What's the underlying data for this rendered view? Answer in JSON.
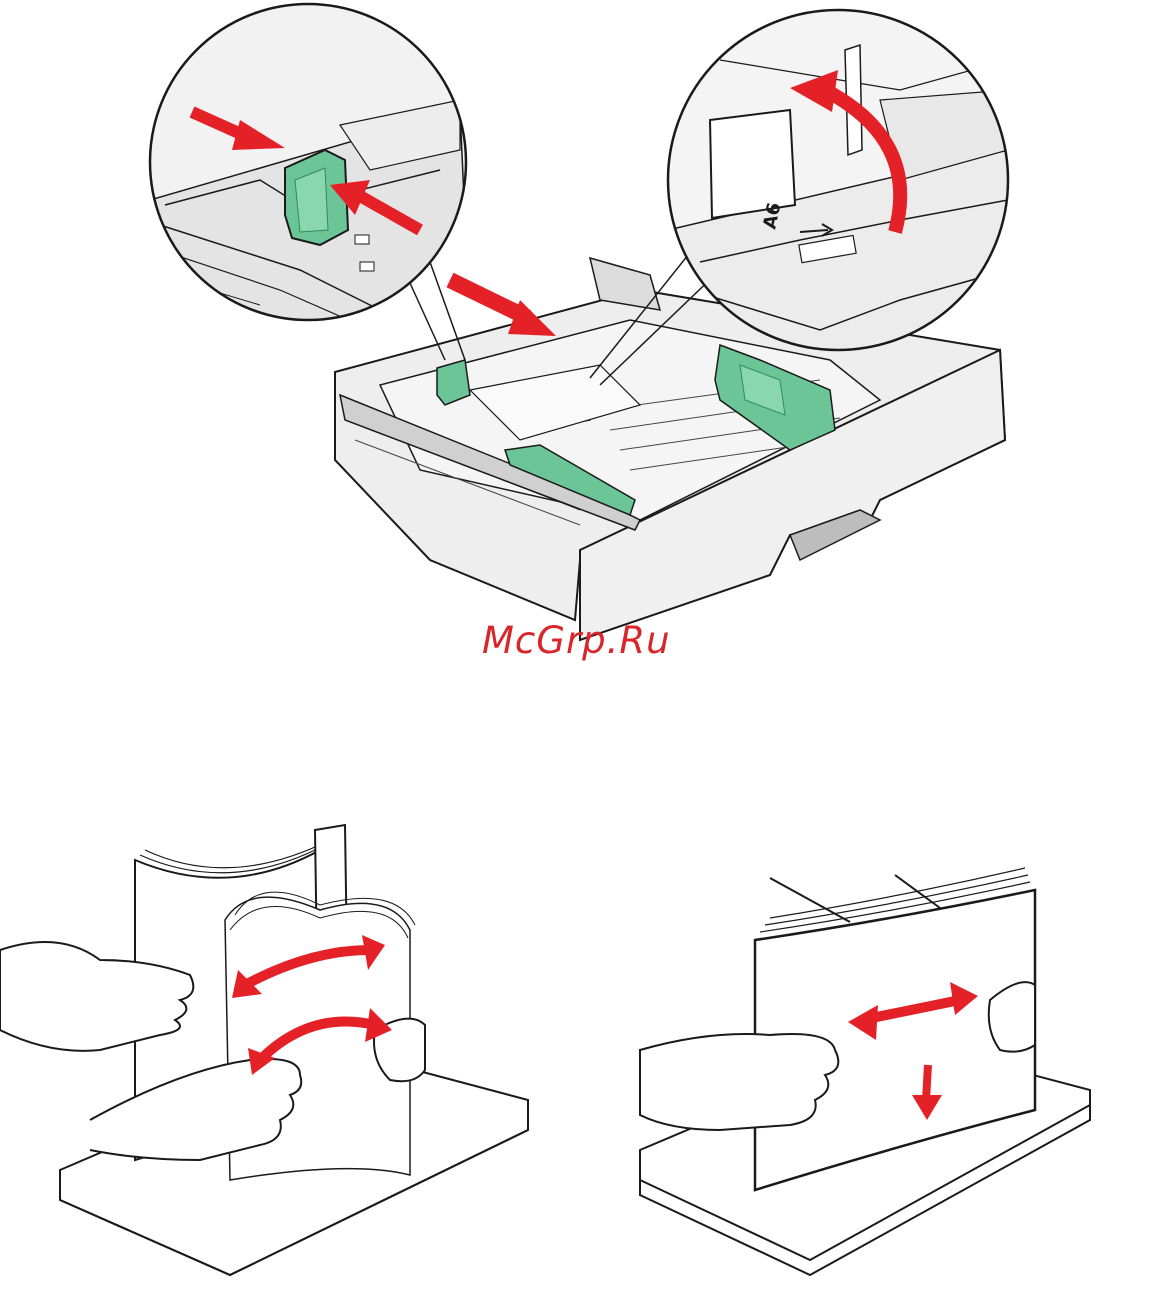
{
  "watermark": {
    "text": "McGrp.Ru"
  },
  "figures": {
    "tray": {
      "callout_left_icon": "guide-squeeze-arrows",
      "callout_right_icon": "flip-up-arrow",
      "size_label": "A6"
    },
    "flex_stack": {
      "icon": "bend-arrows"
    },
    "fan_stack": {
      "icon": "fan-arrows"
    }
  },
  "colors": {
    "arrow_red": "#e52128",
    "guide_green": "#6cc597",
    "guide_green_dark": "#2f8a5b",
    "line": "#1a1a1a",
    "tray_gray": "#e6e6e6"
  }
}
